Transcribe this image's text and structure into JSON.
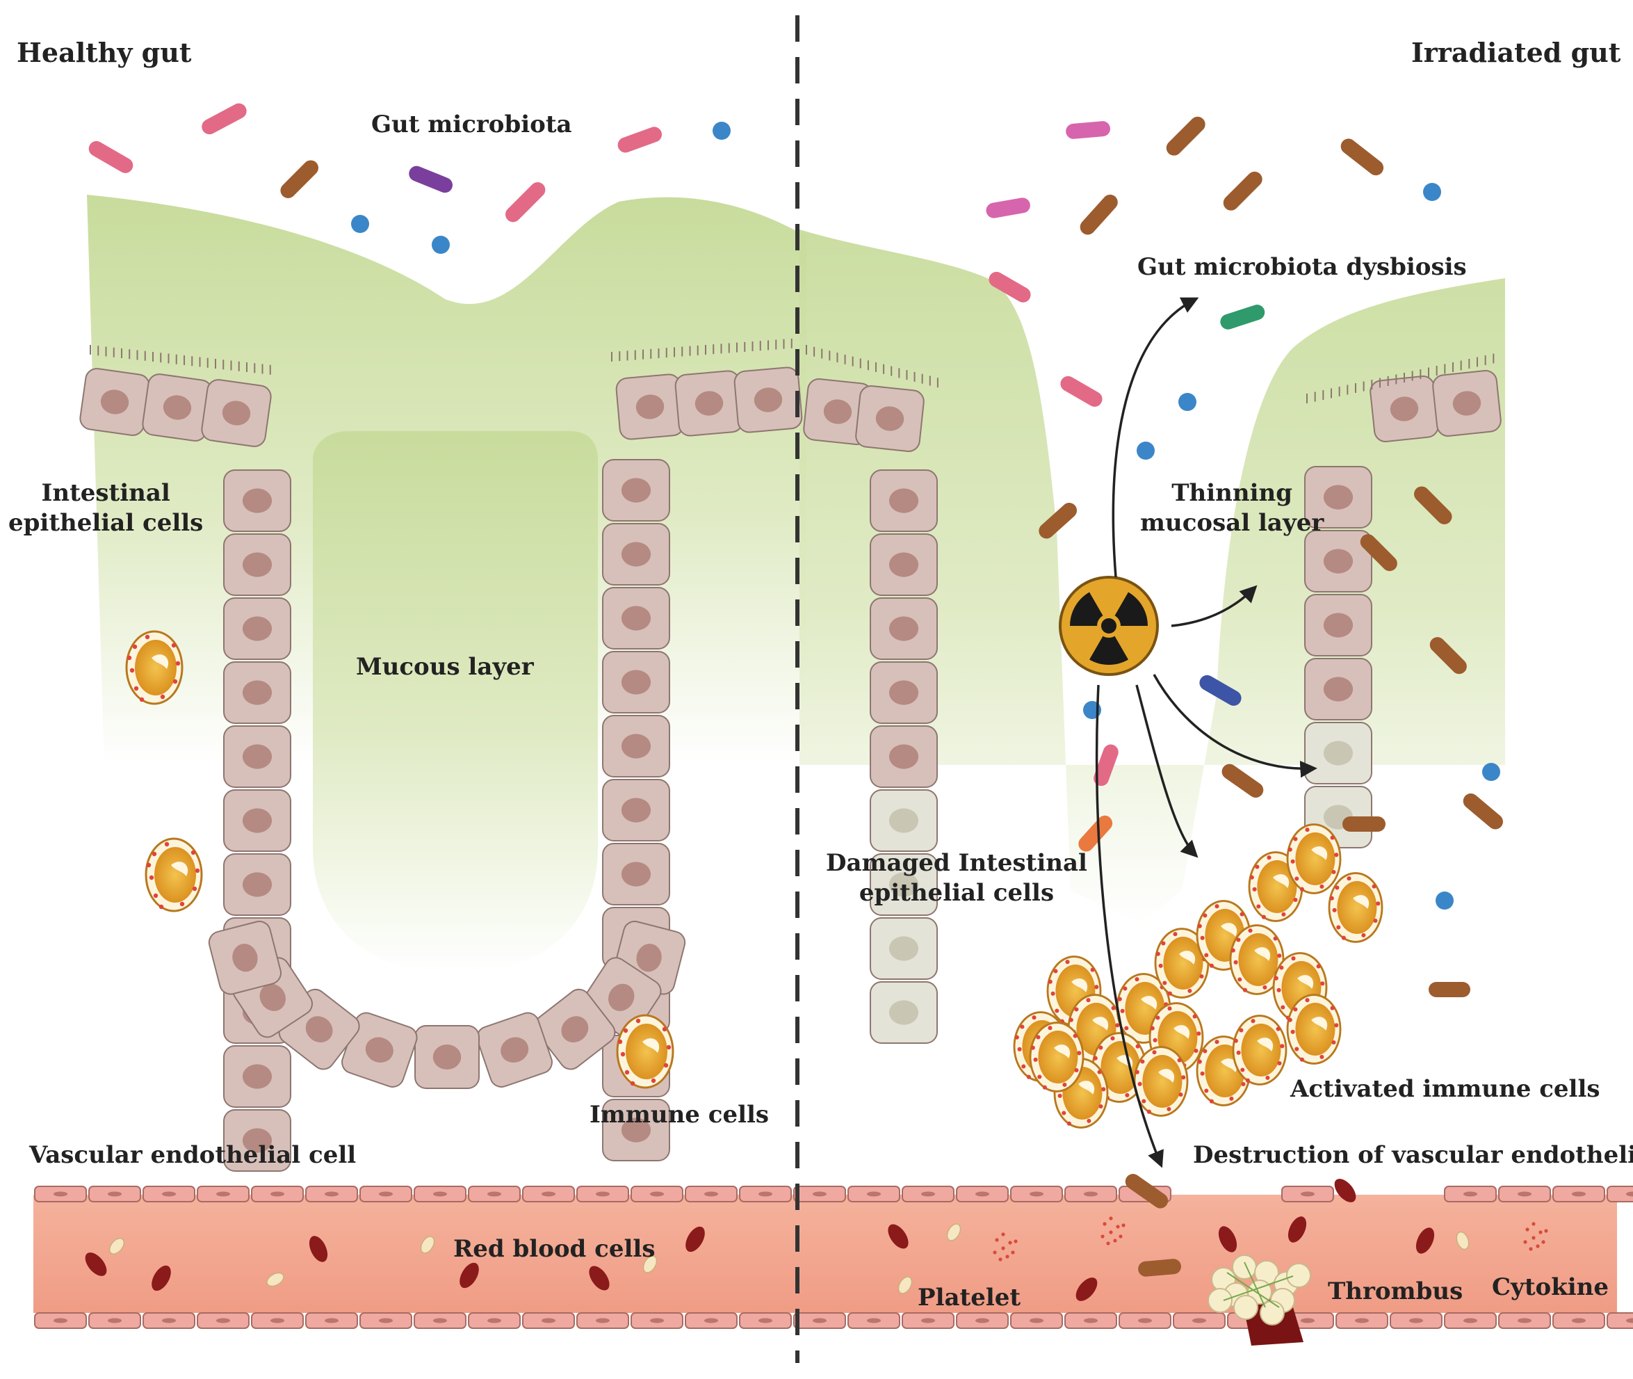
{
  "left_panel": {
    "title": "Healthy gut",
    "labels": {
      "microbiota": "Gut  microbiota",
      "epithelial_1": "Intestinal",
      "epithelial_2": "epithelial cells",
      "mucous": "Mucous layer",
      "immune": "Immune cells",
      "vascular": "Vascular endothelial cell",
      "rbc": "Red blood cells"
    }
  },
  "right_panel": {
    "title": "Irradiated gut",
    "labels": {
      "dysbiosis": "Gut  microbiota dysbiosis",
      "thinning_1": "Thinning",
      "thinning_2": "mucosal layer",
      "damaged_1": "Damaged Intestinal",
      "damaged_2": "epithelial cells",
      "activated": "Activated immune cells",
      "destruction": "Destruction of vascular endothelium",
      "platelet": "Platelet",
      "thrombus": "Thrombus",
      "cytokine": "Cytokine"
    }
  },
  "icons": {
    "radiation": "radiation-hazard-icon",
    "bacteria": "rod-bacterium-icon",
    "coccus": "coccus-bacterium-icon"
  },
  "colors": {
    "mucus": "#c9dd9e",
    "epithelial": "#d8c0ba",
    "epithelial_nucleus": "#b48a82",
    "damaged_epithelial": "#e4e3d7",
    "vessel": "#f2a891",
    "rbc": "#8b1a1a",
    "immune_fill": "#e7a52c",
    "bacteria_pink": "#e36a86",
    "bacteria_brown": "#9c5c2e",
    "bacteria_purple": "#7a3f9c",
    "bacteria_blue": "#3b86c8",
    "bacteria_green": "#2f9a6b",
    "bacteria_navy": "#3c55a6",
    "bacteria_orange": "#e9793e"
  }
}
